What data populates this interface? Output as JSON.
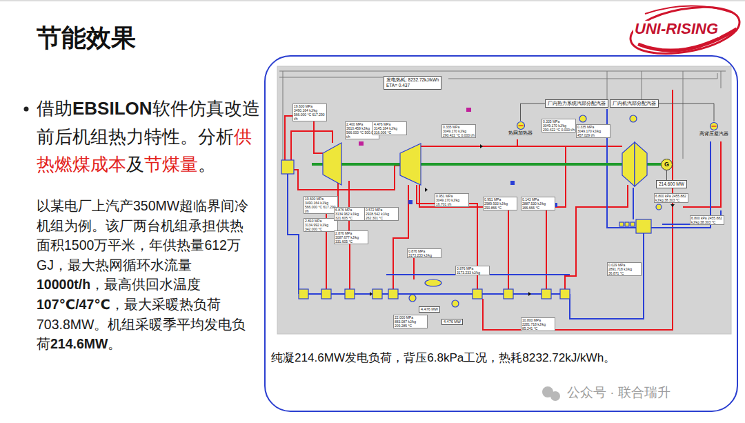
{
  "diagram": {
    "title": "节能效果",
    "nodes": [
      {
        "text": [
          "纯凝214.6MW发电负荷，背压6.8kPa工况，热耗8232.72kJ/kWh。"
        ]
      },
      {
        "text": [
          "发电热耗: 8232.72kJ/kWh",
          "ETA= 0.437"
        ],
        "in": 0
      },
      {
        "text": [
          "热网加热器"
        ],
        "in": 0
      },
      {
        "text": [
          "厂内热力系统汽部分配汽器"
        ],
        "in": 0
      },
      {
        "text": [
          "厂内机汽部分配汽器"
        ],
        "in": 0
      },
      {
        "text": [
          "高背压凝汽器"
        ],
        "in": 0
      },
      {
        "text": [
          "G"
        ],
        "in": 0
      },
      {
        "text": [
          "214.600 MW"
        ],
        "in": 0
      }
    ],
    "edges": [
      {
        "from": 3,
        "to": 2,
        "arrow": "none"
      },
      {
        "from": 4,
        "to": 5,
        "arrow": "none"
      },
      {
        "from": 6,
        "to": 7,
        "arrow": "none"
      }
    ],
    "labels": [
      "UNI-RISING",
      "借助",
      "EBSILON",
      "软件仿真改造前后机组热力特性。分析",
      "供热燃煤成本",
      "及",
      "节煤量",
      "。",
      "以某电厂上汽产350MW超临界间冷机组为例。该厂两台机组承担供热面积1500万平米，年供热量612万GJ，最大热网循环水流量",
      "10000t/h",
      "，最高供回水温度",
      "107℃/47℃",
      "，最大采暖热负荷703.8MW。机组采暖季平均发电负荷",
      "214.6MW",
      "。",
      "公众号 · 联合瑞升",
      "4.476 MW",
      "4.476 MW",
      "19.600 MPa 3490.164 kJ/kg 566.000 °C 617.290 t/h",
      "2.400 MPa 3610.459 kJ/kg 566.000 °C 500.061 t/h",
      "4.476 MPa 3145.184 kJ/kg 316.006 °C",
      "0.335 MPa 3049.170 kJ/kg 290.422 °C 0.000 t/h",
      "0.335 MPa 3049.170 kJ/kg 290.422 °C 0.000 t/h",
      "0.335 MPa 3049.170 kJ/kg 457.029 t/h",
      "0.951 MPa 3049.170 kJ/kg 16.701 t/h",
      "0.951 MPa 2989.933 kJ/kg 290.866 °C",
      "0.143 MPa 2887.530 kJ/kg 166.666 °C",
      "19.600 MPa 3490.164 kJ/kg 566.000 °C 617.290 t/h",
      "2.810 MPa 3134.992 kJ/kg 342.000 °C",
      "6.876 MPa 3134.962 kJ/kg 321.605 °C",
      "2.876 MPa 3087.677 kJ/kg 331.605 °C",
      "0.572 MPa 2928.542 kJ/kg 262.301 °C",
      "6.800 kPa 2455.882 kJ/kg 38.303 °C",
      "6.800 kPa 2455.882 kJ/kg 38.303 °C",
      "0.029 MPa 2891.718 kJ/kg 36.871 °C",
      "10.800 MPa 2281.718 kJ/kg 85.241 °C",
      "22.000 MPa 883.087 kJ/kg 209.285 °C",
      "0.876 MPa 3173.233 kJ/kg",
      "0.876 MPa 3173.233 kJ/kg"
    ]
  }
}
